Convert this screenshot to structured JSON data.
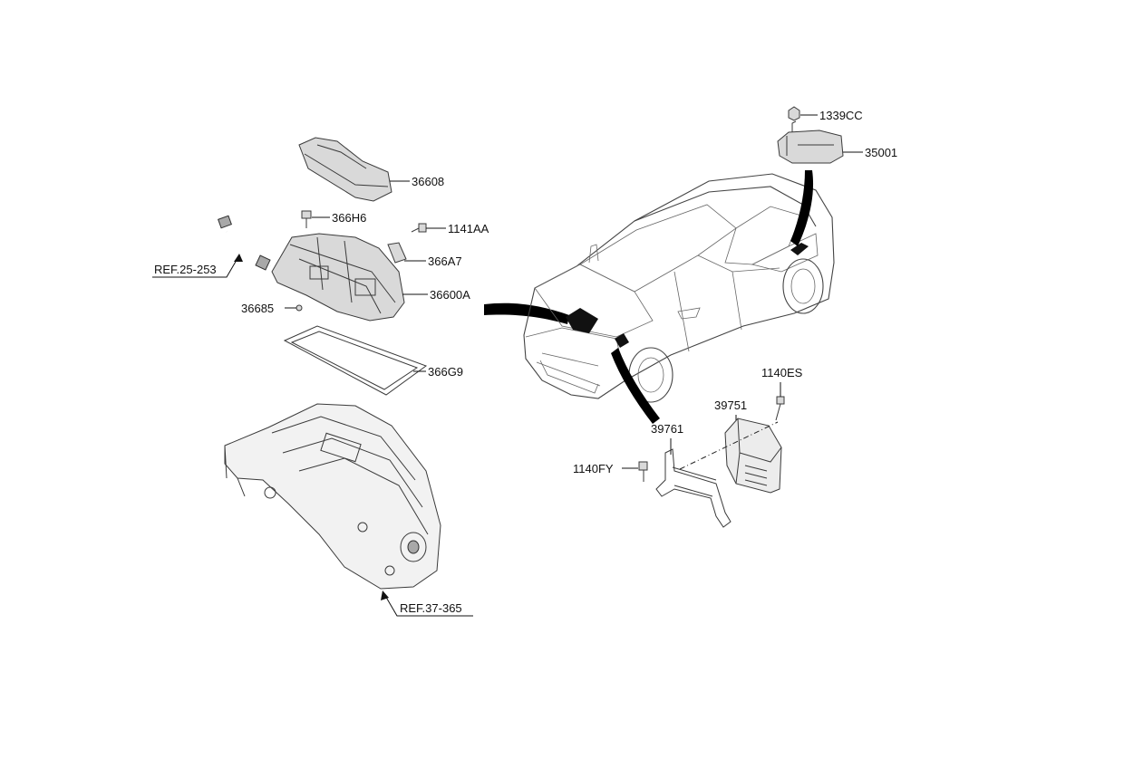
{
  "labels": {
    "p36608": "36608",
    "p366H6": "366H6",
    "p1141AA": "1141AA",
    "p366A7": "366A7",
    "p36600A": "36600A",
    "p36685": "36685",
    "p366G9": "366G9",
    "ref25": "REF.25-253",
    "ref37": "REF.37-365",
    "p1339CC": "1339CC",
    "p35001": "35001",
    "p1140ES": "1140ES",
    "p39751": "39751",
    "p39761": "39761",
    "p1140FY": "1140FY"
  }
}
